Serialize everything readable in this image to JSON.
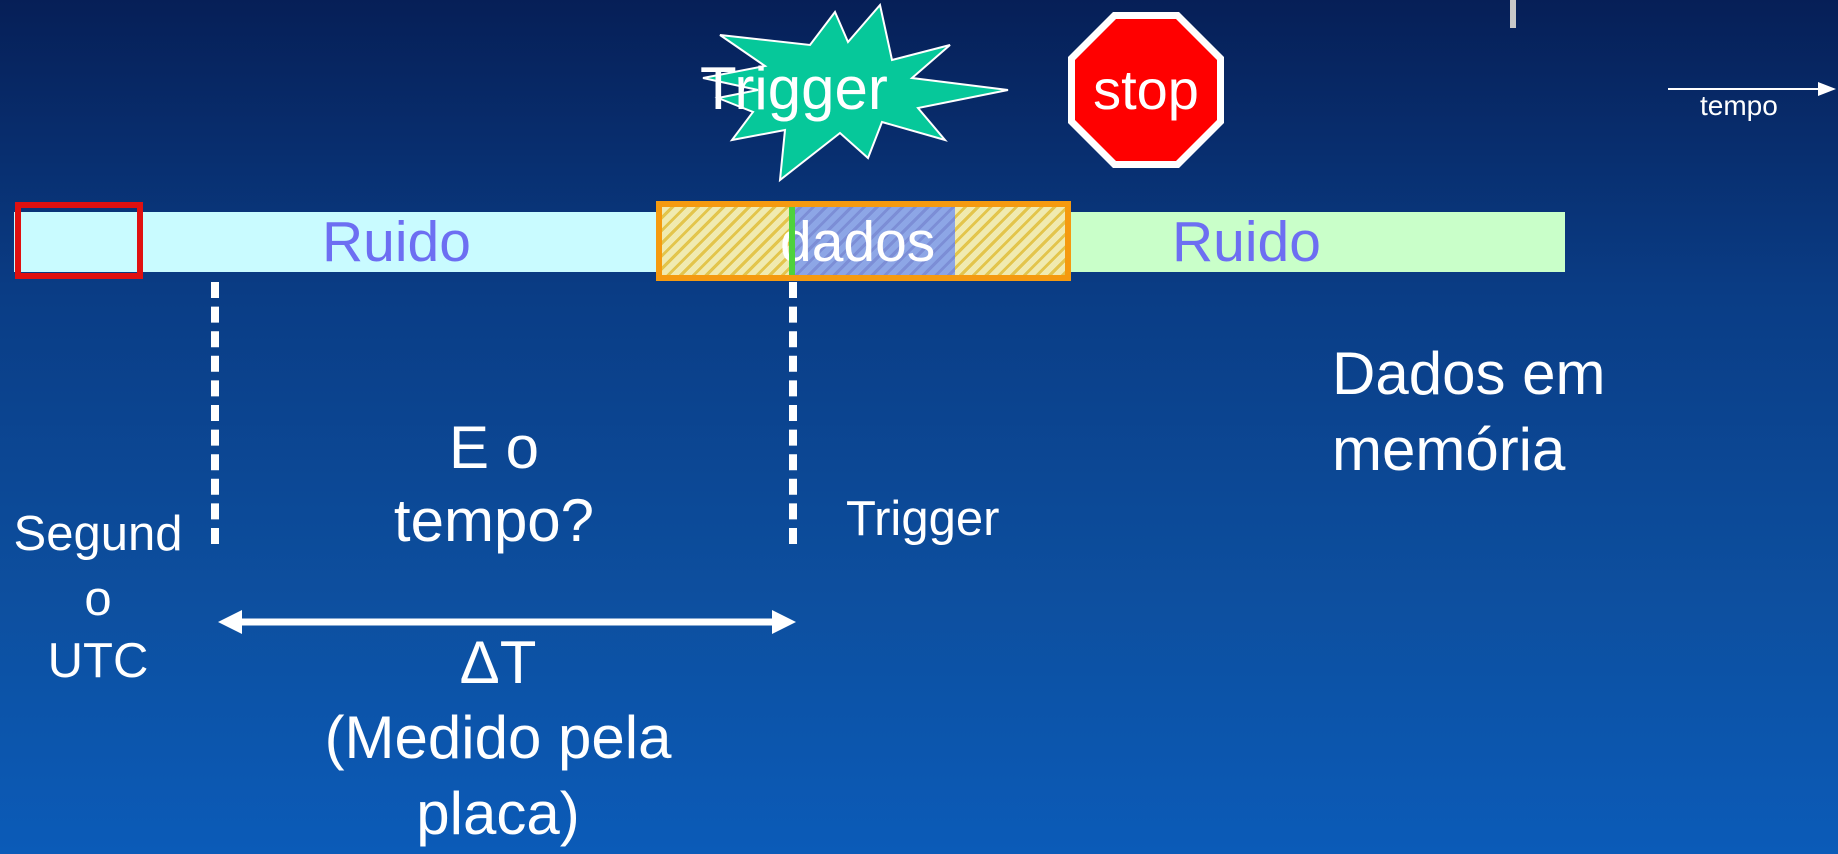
{
  "labels": {
    "trigger_burst": "Trigger",
    "stop_sign": "stop",
    "time_axis": "tempo",
    "noise_left": "Ruido",
    "data_segment": "dados",
    "noise_right": "Ruido",
    "memory_line1": "Dados em",
    "memory_line2": "memória",
    "question_line1": "E o",
    "question_line2": "tempo?",
    "trigger_marker": "Trigger",
    "second_utc_line1": "Segund",
    "second_utc_line2": "o",
    "second_utc_line3": "UTC",
    "delta_t": "ΔT",
    "measured_line1": "(Medido pela",
    "measured_line2": "placa)"
  },
  "colors": {
    "background_top": "#061f57",
    "background_bottom": "#0b5bb8",
    "noise_left_fill": "#c9fbff",
    "noise_right_fill": "#c9ffc9",
    "noise_text": "#6d6ef2",
    "trigger_burst_fill": "#06c89a",
    "stop_sign_fill": "#ff0000",
    "utc_box_border": "#e01010",
    "data_box_border": "#f59a10",
    "trigger_line": "#4ed23c"
  },
  "icons": {
    "trigger_burst": "starburst-icon",
    "stop_sign": "stop-sign-icon",
    "time_axis": "right-arrow-icon"
  }
}
